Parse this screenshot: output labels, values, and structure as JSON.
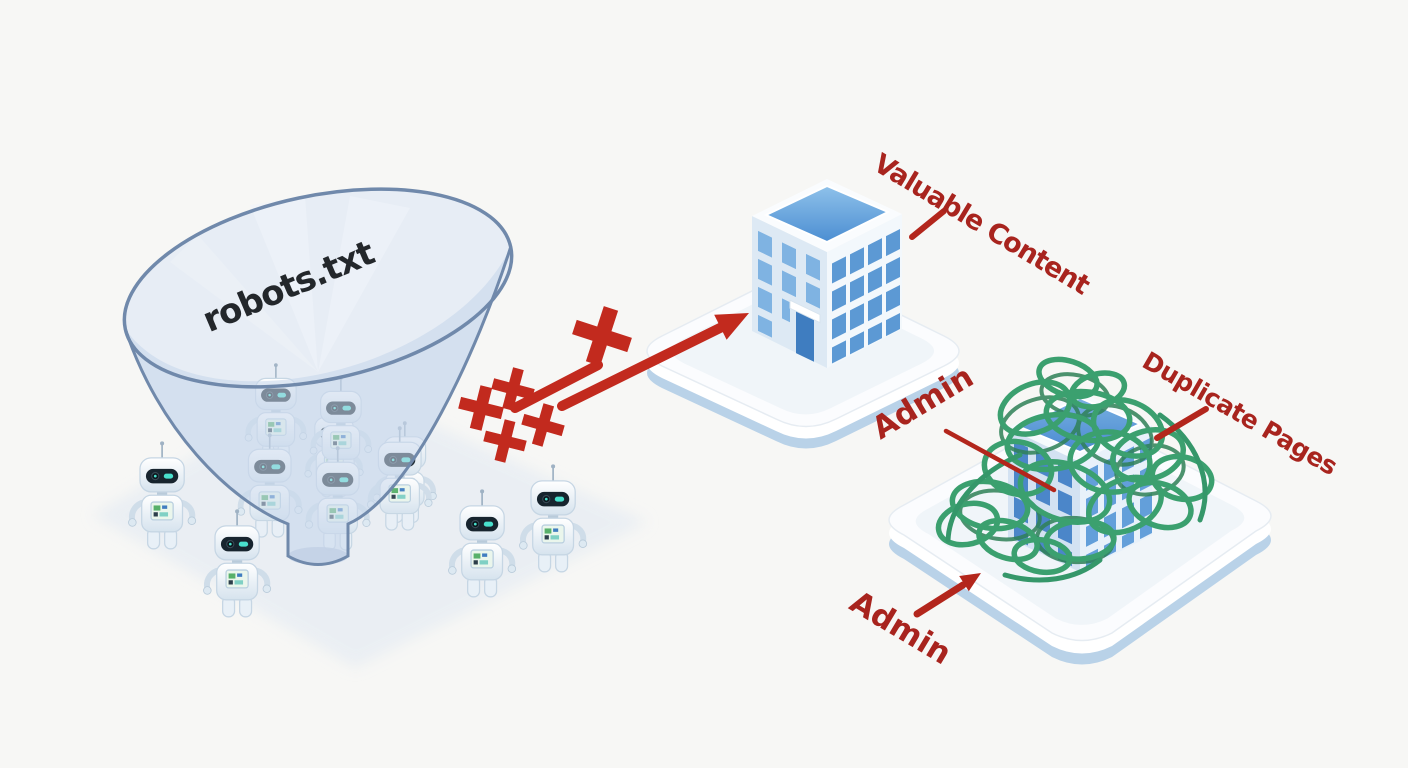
{
  "labels": {
    "funnel": "robots.txt",
    "valuable_content": "Valuable Content",
    "admin_top": "Admin",
    "duplicate_pages": "Duplicate Pages",
    "admin_bottom": "Admin"
  },
  "icons": {
    "funnel": "funnel-icon",
    "crawler_robot": "robot-icon",
    "allowed_building": "office-building-icon",
    "blocked_building": "tangled-building-icon",
    "allow_arrow": "arrow-icon",
    "block_mark": "cross-icon",
    "tangle": "scribble-icon"
  },
  "counts": {
    "crawler_robots_visible": 11,
    "block_crosses": 5,
    "buildings": 2
  },
  "colors": {
    "background": "#f7f7f5",
    "accent_red": "#c22a1e",
    "label_red": "#a8241e",
    "funnel_outline": "#7089ab",
    "funnel_glass": "#dfe8f2",
    "building_window_blue": "#5f9cd6",
    "platform_edge_blue": "#b9d2e8",
    "tangle_green": "#3ba06f",
    "robot_eye_teal": "#49e0cd",
    "funnel_text": "#23272b"
  }
}
